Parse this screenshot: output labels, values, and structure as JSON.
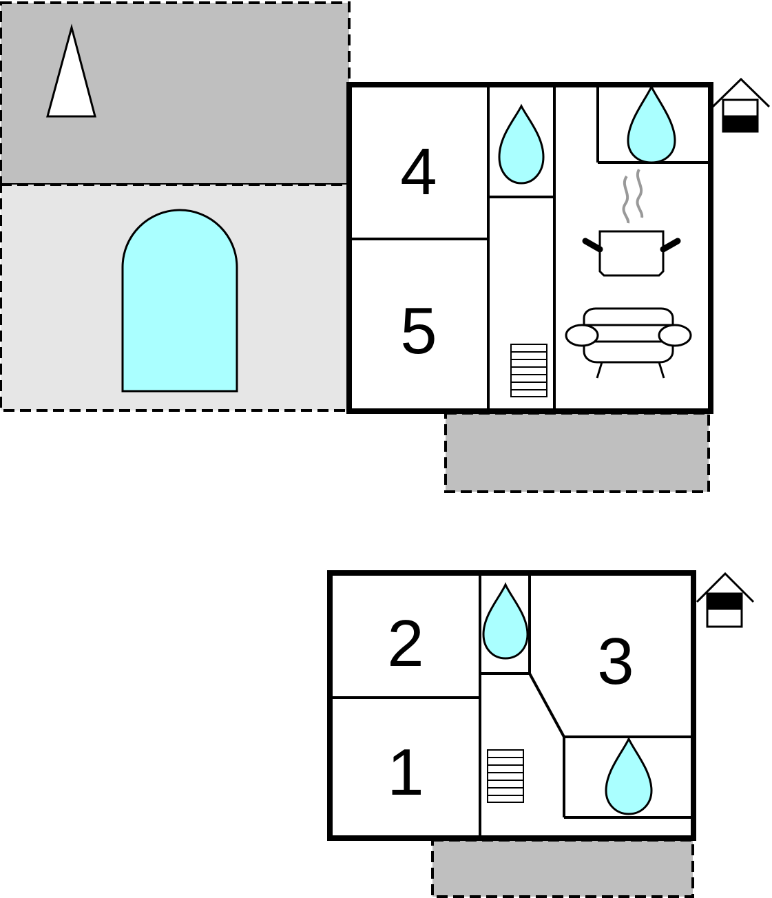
{
  "floors": {
    "upper": {
      "rooms": [
        {
          "id": "4",
          "label": "4"
        },
        {
          "id": "5",
          "label": "5"
        }
      ]
    },
    "lower": {
      "rooms": [
        {
          "id": "2",
          "label": "2"
        },
        {
          "id": "3",
          "label": "3"
        },
        {
          "id": "1",
          "label": "1"
        }
      ]
    }
  },
  "icons": [
    "tent-icon",
    "pool-icon",
    "bathroom-icon",
    "cooking-pot-icon",
    "sofa-icon",
    "staircase-icon",
    "house-floor-icon"
  ],
  "colors": {
    "terrace_dark": "#bfbfbf",
    "terrace_light": "#e6e6e6",
    "water": "#aaffff",
    "wall": "#000000",
    "steam": "#999999"
  }
}
